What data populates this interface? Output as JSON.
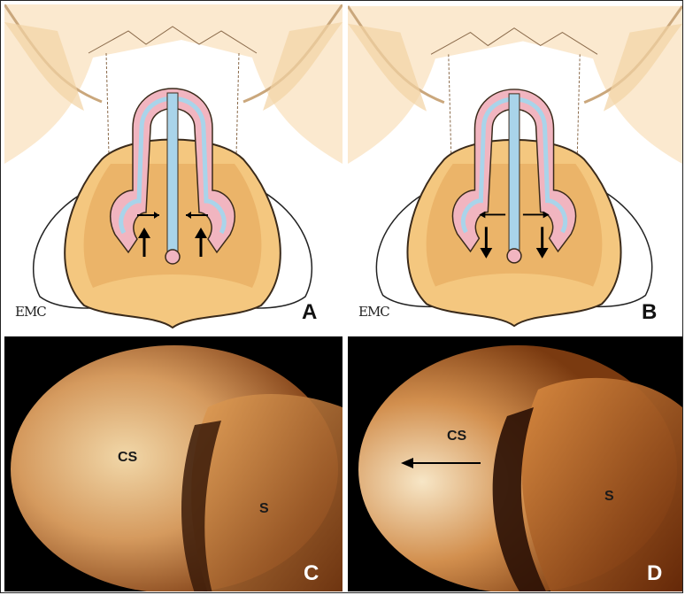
{
  "figure": {
    "panels": [
      {
        "letter": "A",
        "logo_text": "EMC"
      },
      {
        "letter": "B",
        "logo_text": "EMC"
      },
      {
        "letter": "C",
        "labels": [
          "CS",
          "S"
        ]
      },
      {
        "letter": "D",
        "labels": [
          "CS",
          "S"
        ]
      }
    ]
  },
  "colors": {
    "skin": "#f4c77f",
    "skin_dark": "#e3a457",
    "mucosa_pink": "#f1b5c0",
    "cartilage_blue": "#a9d4ea",
    "outline": "#3a2a1a",
    "photo_tissue": "#c8844a",
    "photo_highlight": "#f1d7a8"
  }
}
